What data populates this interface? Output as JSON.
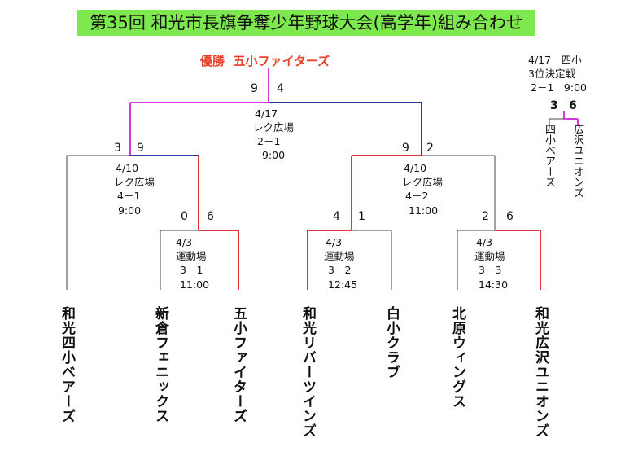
{
  "title": "第35回 和光市長旗争奪少年野球大会(高学年)組み合わせ",
  "champion": {
    "label": "優勝",
    "team": "五小ファイターズ"
  },
  "teams": [
    "和光四小ベアーズ",
    "新倉フェニックス",
    "五小ファイターズ",
    "和光リバーツインズ",
    "白小クラブ",
    "北原ウィングス",
    "和光広沢ユニオンズ"
  ],
  "round1": [
    {
      "date": "4/3",
      "venue": "運動場",
      "score": "3－1",
      "time": "11:00",
      "left_score": "0",
      "right_score": "6"
    },
    {
      "date": "4/3",
      "venue": "運動場",
      "score": "3－2",
      "time": "12:45",
      "left_score": "4",
      "right_score": "1"
    },
    {
      "date": "4/3",
      "venue": "運動場",
      "score": "3－3",
      "time": "14:30",
      "left_score": "2",
      "right_score": "6"
    }
  ],
  "semis": [
    {
      "date": "4/10",
      "venue": "レク広場",
      "score": "4－1",
      "time": "9:00",
      "left_score": "3",
      "right_score": "9"
    },
    {
      "date": "4/10",
      "venue": "レク広場",
      "score": "4－2",
      "time": "11:00",
      "left_score": "9",
      "right_score": "2"
    }
  ],
  "final": {
    "date": "4/17",
    "venue": "レク広場",
    "score": "2－1",
    "time": "9:00",
    "left_score": "9",
    "right_score": "4"
  },
  "third_place": {
    "date_place": "4/17　四小",
    "title": "3位決定戦",
    "score_time": "2－1　9:00",
    "left_score": "3",
    "right_score": "6",
    "left_team": "四小ベアーズ",
    "right_team": "広沢ユニオンズ"
  },
  "colors": {
    "winner": "#e8333a",
    "loser": "#444444",
    "blue": "#2a3a9a",
    "magenta": "#d63ad6",
    "title_bg": "#7ee84f",
    "champion_text": "#e8422a"
  }
}
